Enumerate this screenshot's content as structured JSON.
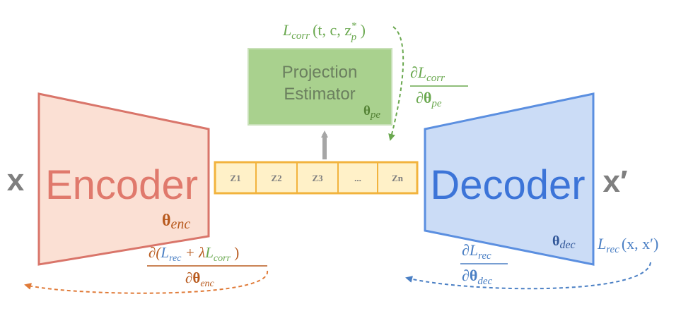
{
  "input_label": "x",
  "output_label": "x′",
  "encoder": {
    "label": "Encoder",
    "param_symbol": "θ",
    "param_subscript": "enc"
  },
  "decoder": {
    "label": "Decoder",
    "param_symbol": "θ",
    "param_subscript": "dec"
  },
  "projection_estimator": {
    "label_line1": "Projection",
    "label_line2": "Estimator",
    "param_symbol": "θ",
    "param_subscript": "pe"
  },
  "latent": {
    "cells": [
      "Z1",
      "Z2",
      "Z3",
      "...",
      "Zn"
    ]
  },
  "losses": {
    "corr_loss": {
      "L": "L",
      "sub": "corr",
      "args_open": "(t, c, z",
      "arg_sup": "*",
      "arg_sub": "p",
      "args_close": " )"
    },
    "rec_loss": {
      "L": "L",
      "sub": "rec",
      "args": "(x, x′)"
    }
  },
  "gradients": {
    "pe": {
      "numerator": "∂L",
      "num_sub": "corr",
      "denominator": "∂θ",
      "den_sub": "pe"
    },
    "dec": {
      "numerator": "∂L",
      "num_sub": "rec",
      "denominator": "∂θ",
      "den_sub": "dec"
    },
    "enc": {
      "num_open": "∂(",
      "num_L1": "L",
      "num_L1_sub": "rec",
      "num_plus": " + λ",
      "num_L2": "L",
      "num_L2_sub": "corr",
      "num_close": " )",
      "denominator": "∂θ",
      "den_sub": "enc"
    }
  },
  "colors": {
    "encoder_stroke": "#d9756a",
    "encoder_fill": "#fbe0d4",
    "encoder_text": "#e0796c",
    "encoder_param": "#b85a1e",
    "decoder_stroke": "#5b8fe0",
    "decoder_fill": "#cbdcf6",
    "decoder_text": "#3c74d8",
    "decoder_param": "#2f5597",
    "pe_fill": "#a9d18e",
    "pe_stroke": "#c8e0b8",
    "pe_text": "#6b7f5f",
    "pe_param": "#548235",
    "latent_stroke": "#f2b33d",
    "latent_fill": "#fff1c8",
    "latent_text": "#7f7f7f",
    "xlabel": "#7f7f7f",
    "corr_green": "#6aa84f",
    "enc_orange": "#e07b39",
    "rec_blue": "#4a7fc4",
    "arrow_gray": "#a6a6a6"
  }
}
